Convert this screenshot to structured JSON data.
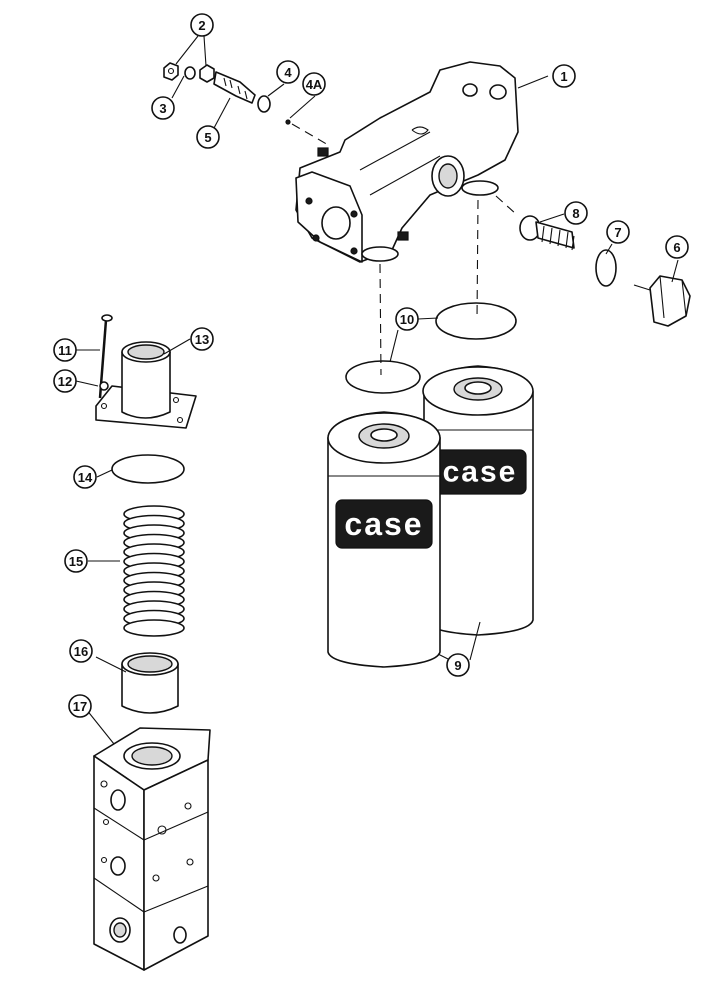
{
  "brand": {
    "filter_label": "case"
  },
  "callouts": [
    {
      "id": "c1",
      "label": "1"
    },
    {
      "id": "c2",
      "label": "2"
    },
    {
      "id": "c3",
      "label": "3"
    },
    {
      "id": "c4",
      "label": "4"
    },
    {
      "id": "c4a",
      "label": "4A"
    },
    {
      "id": "c5",
      "label": "5"
    },
    {
      "id": "c6",
      "label": "6"
    },
    {
      "id": "c7",
      "label": "7"
    },
    {
      "id": "c8",
      "label": "8"
    },
    {
      "id": "c9",
      "label": "9"
    },
    {
      "id": "c10",
      "label": "10"
    },
    {
      "id": "c11",
      "label": "11"
    },
    {
      "id": "c12",
      "label": "12"
    },
    {
      "id": "c13",
      "label": "13"
    },
    {
      "id": "c14",
      "label": "14"
    },
    {
      "id": "c15",
      "label": "15"
    },
    {
      "id": "c16",
      "label": "16"
    },
    {
      "id": "c17",
      "label": "17"
    }
  ]
}
